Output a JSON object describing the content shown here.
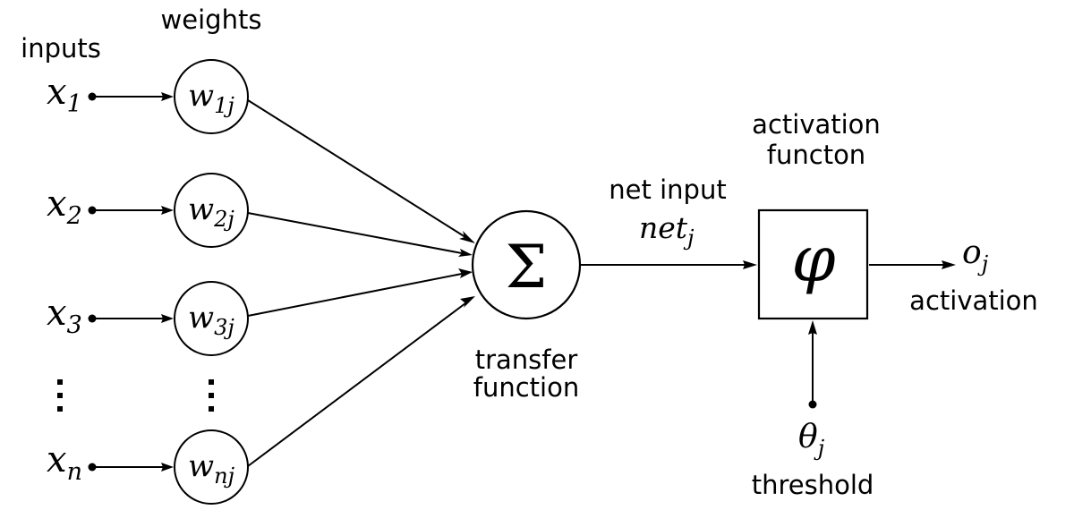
{
  "labels": {
    "inputs": "inputs",
    "weights": "weights",
    "transfer_line1": "transfer",
    "transfer_line2": "function",
    "net_input": "net input",
    "activation_function_line1": "activation",
    "activation_function_line2": "functon",
    "activation": "activation",
    "threshold": "threshold"
  },
  "inputs": [
    {
      "base": "x",
      "sub": "1"
    },
    {
      "base": "x",
      "sub": "2"
    },
    {
      "base": "x",
      "sub": "3"
    },
    {
      "base": "x",
      "sub": "n"
    }
  ],
  "weights": [
    {
      "base": "w",
      "sub": "1j"
    },
    {
      "base": "w",
      "sub": "2j"
    },
    {
      "base": "w",
      "sub": "3j"
    },
    {
      "base": "w",
      "sub": "nj"
    }
  ],
  "ellipsis": "⋮",
  "sum_symbol": "Σ",
  "net": {
    "base": "net",
    "sub": "j"
  },
  "phi_symbol": "φ",
  "output": {
    "base": "o",
    "sub": "j"
  },
  "theta": {
    "base": "θ",
    "sub": "j"
  }
}
